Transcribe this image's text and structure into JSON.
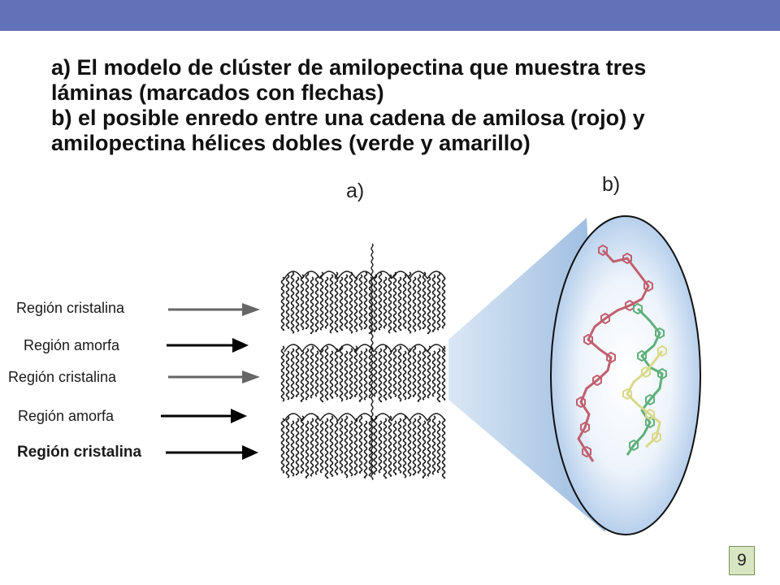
{
  "header": {
    "bar_color": "#6272b8"
  },
  "title": {
    "line1": "a) El modelo de clúster de amilopectina que muestra tres",
    "line2": "láminas (marcados con flechas)",
    "line3": "b) el posible enredo entre una cadena de amilosa (rojo) y",
    "line4": "amilopectina hélices dobles (verde y amarillo)"
  },
  "figure": {
    "label_a": "a)",
    "label_b": "b)",
    "regions": [
      {
        "label": "Región cristalina",
        "arrow": "gray"
      },
      {
        "label": "Región amorfa",
        "arrow": "black"
      },
      {
        "label": "Región cristalina",
        "arrow": "gray"
      },
      {
        "label": "Región amorfa",
        "arrow": "black"
      },
      {
        "label": "Región cristalina",
        "arrow": "black"
      }
    ],
    "colors": {
      "amylose": "#c0606f",
      "helix_green": "#5fb07a",
      "helix_yellow": "#d9d98a",
      "lens": "#a9c6e8"
    }
  },
  "footer": {
    "page_number": "9"
  }
}
